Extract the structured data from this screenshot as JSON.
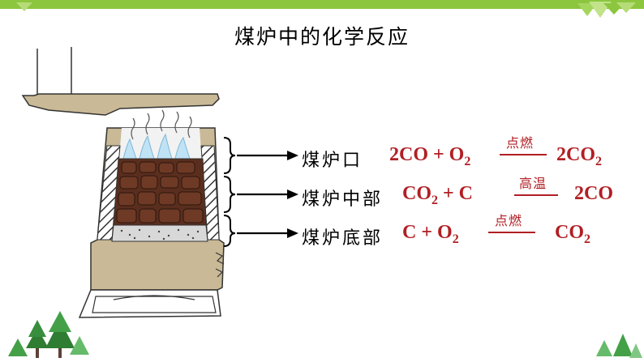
{
  "title": "煤炉中的化学反应",
  "rows": [
    {
      "label": "煤炉口",
      "reactants": {
        "coef": "2CO + O",
        "sub": "2"
      },
      "condition": "点燃",
      "products": {
        "coef": "2CO",
        "sub": "2"
      }
    },
    {
      "label": "煤炉中部",
      "reactants": {
        "coef": "CO",
        "sub": "2",
        "tail": " + C"
      },
      "condition": "高温",
      "products": {
        "coef": "2CO",
        "sub": ""
      }
    },
    {
      "label": "煤炉底部",
      "reactants": {
        "coef": "C + O",
        "sub": "2"
      },
      "condition": "点燃",
      "products": {
        "coef": "CO",
        "sub": "2"
      }
    }
  ],
  "colors": {
    "accent": "#8cc63f",
    "equation": "#b11f24"
  }
}
